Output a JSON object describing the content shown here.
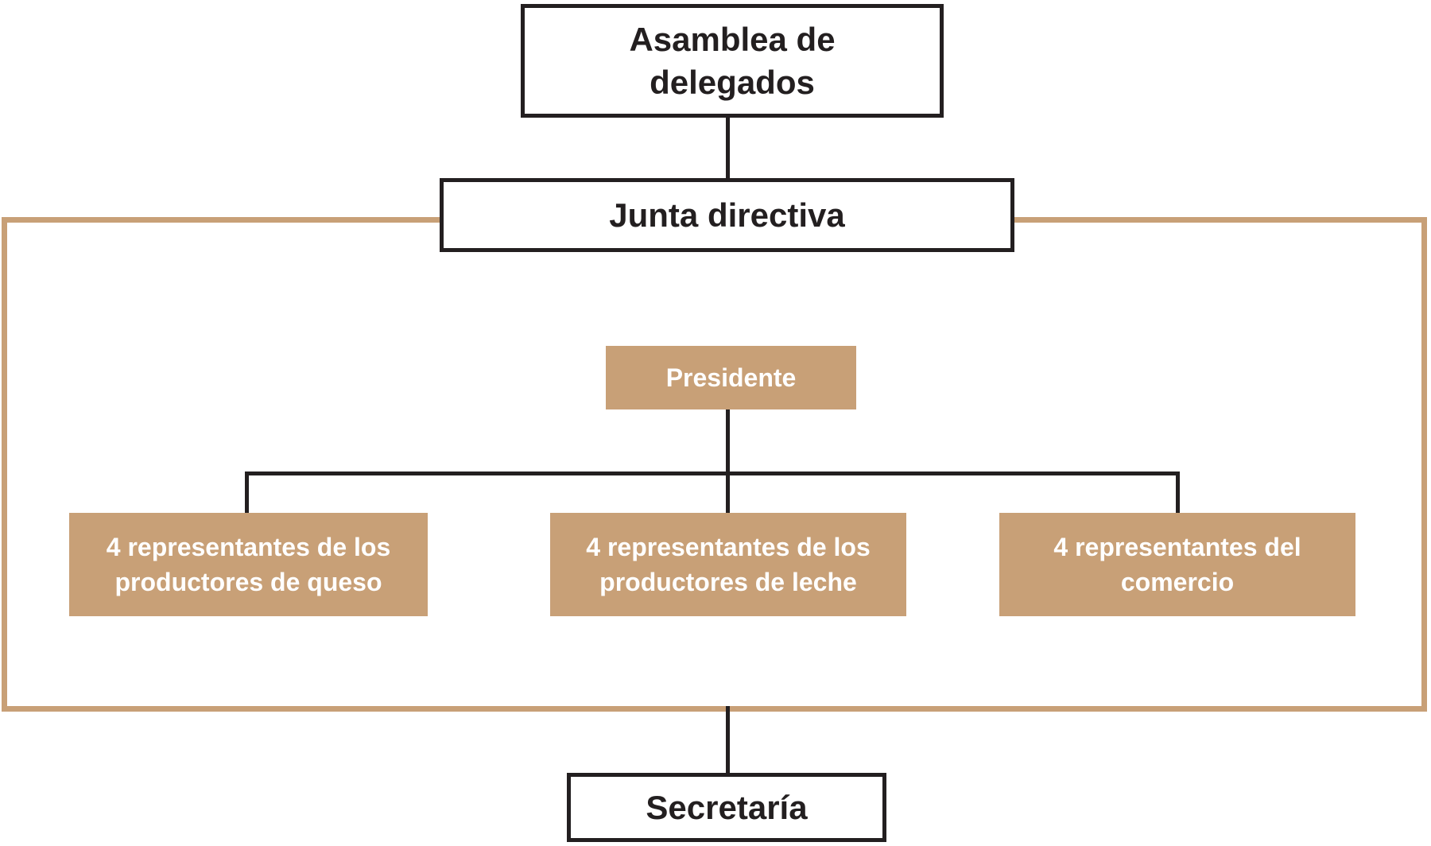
{
  "colors": {
    "accent_tan": "#C8A077",
    "line_dark": "#231F20",
    "box_white": "#FFFFFF"
  },
  "org_chart": {
    "assembly": {
      "label": "Asamblea de\ndelegados"
    },
    "board": {
      "label": "Junta directiva"
    },
    "president": {
      "label": "Presidente"
    },
    "members": [
      {
        "label": "4 representantes de los\nproductores de queso"
      },
      {
        "label": "4 representantes de los\nproductores de leche"
      },
      {
        "label": "4 representantes del\ncomercio"
      }
    ],
    "secretariat": {
      "label": "Secretaría"
    }
  }
}
